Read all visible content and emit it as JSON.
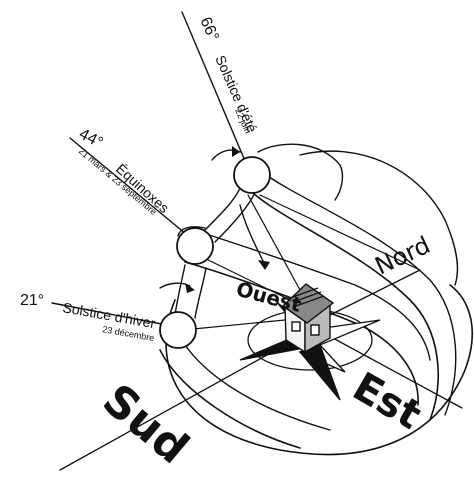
{
  "diagram": {
    "summer": {
      "angle": "66°",
      "name": "Solstice d'été",
      "date": "22 juin"
    },
    "equinox": {
      "angle": "44°",
      "name": "Équinoxes",
      "date": "21 mars & 23 septembre"
    },
    "winter": {
      "angle": "21°",
      "name": "Solstice d'hiver",
      "date": "23 décembre"
    },
    "directions": {
      "north": "Nord",
      "south": "Sud",
      "east": "Est",
      "west": "Ouest"
    }
  }
}
